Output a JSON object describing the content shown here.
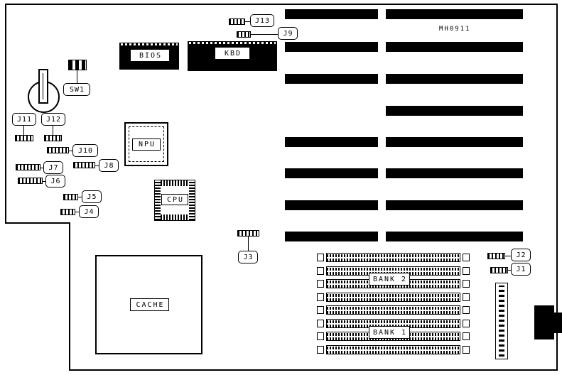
{
  "diagram": {
    "part_number": "MH0911",
    "colors": {
      "line": "#000000",
      "chip_fill": "#000000",
      "background": "#ffffff"
    }
  },
  "components": {
    "bios": "BIOS",
    "kbd": "KBD",
    "sw1": "SW1",
    "npu": "NPU",
    "cpu": "CPU",
    "cache": "CACHE",
    "bank1": "BANK 1",
    "bank2": "BANK 2"
  },
  "connectors": {
    "j1": "J1",
    "j2": "J2",
    "j3": "J3",
    "j4": "J4",
    "j5": "J5",
    "j6": "J6",
    "j7": "J7",
    "j8": "J8",
    "j9": "J9",
    "j10": "J10",
    "j11": "J11",
    "j12": "J12",
    "j13": "J13"
  }
}
